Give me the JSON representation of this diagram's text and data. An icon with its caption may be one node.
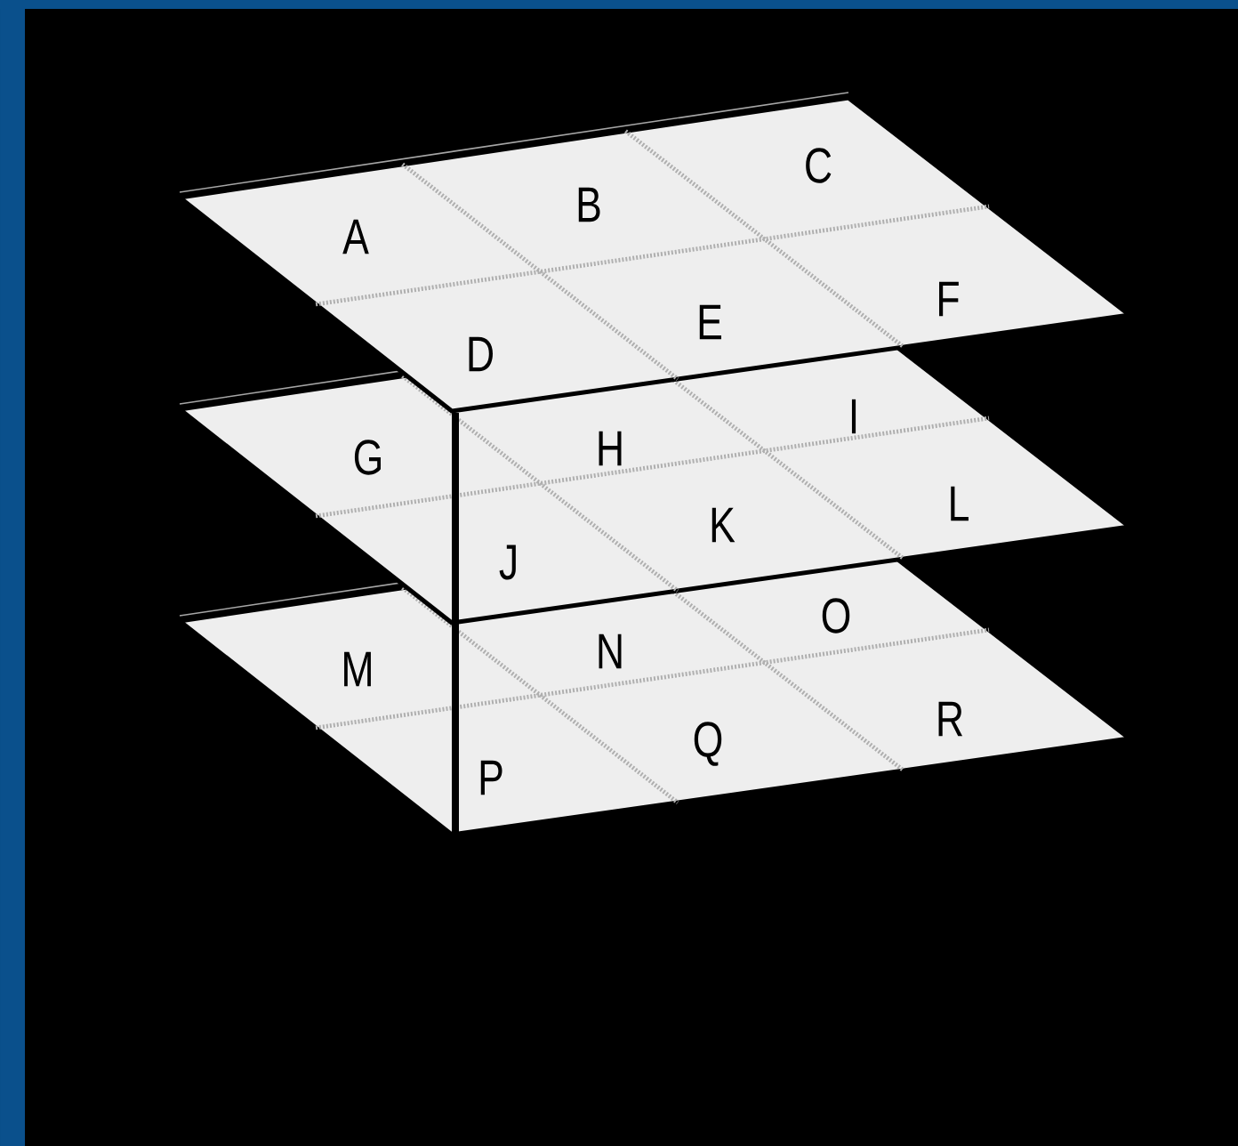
{
  "diagram": {
    "labels": [
      "A",
      "B",
      "C",
      "D",
      "E",
      "F",
      "G",
      "H",
      "I",
      "J",
      "K",
      "L",
      "M",
      "N",
      "O",
      "P",
      "Q",
      "R"
    ]
  }
}
